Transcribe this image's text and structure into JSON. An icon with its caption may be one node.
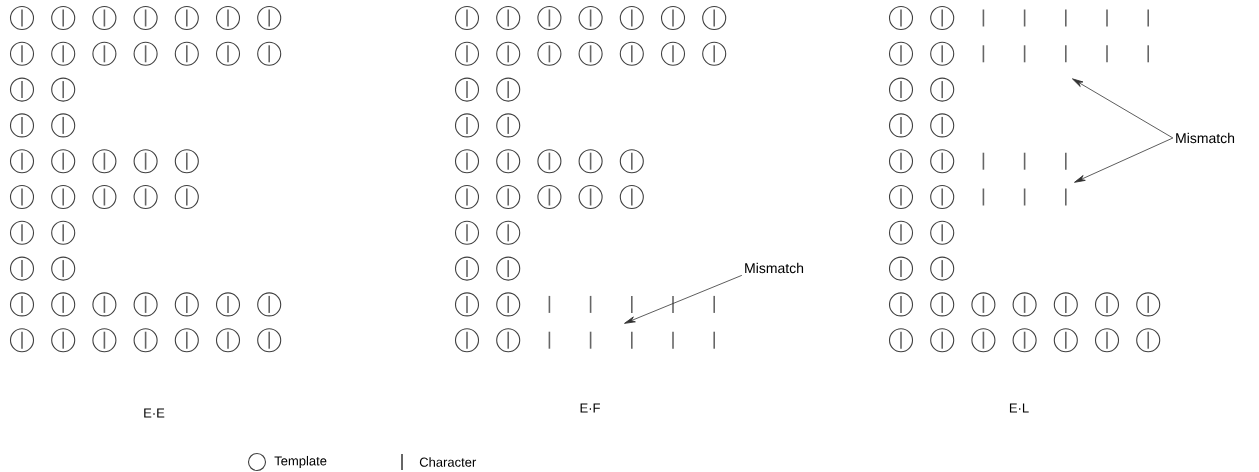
{
  "diagram": {
    "nodes": [
      {
        "text": [
          "Mismatch"
        ]
      },
      {
        "text": [
          "Mismatch"
        ]
      }
    ],
    "edges": [
      {
        "from": 0,
        "to": null,
        "arrow": "to"
      },
      {
        "from": 1,
        "to": null,
        "arrow": "to"
      },
      {
        "from": 1,
        "to": null,
        "arrow": "to"
      }
    ],
    "labels": [
      "E·E",
      "E·F",
      "E·L"
    ],
    "legend": [
      {
        "text": "Template"
      },
      {
        "text": "Character"
      }
    ]
  }
}
